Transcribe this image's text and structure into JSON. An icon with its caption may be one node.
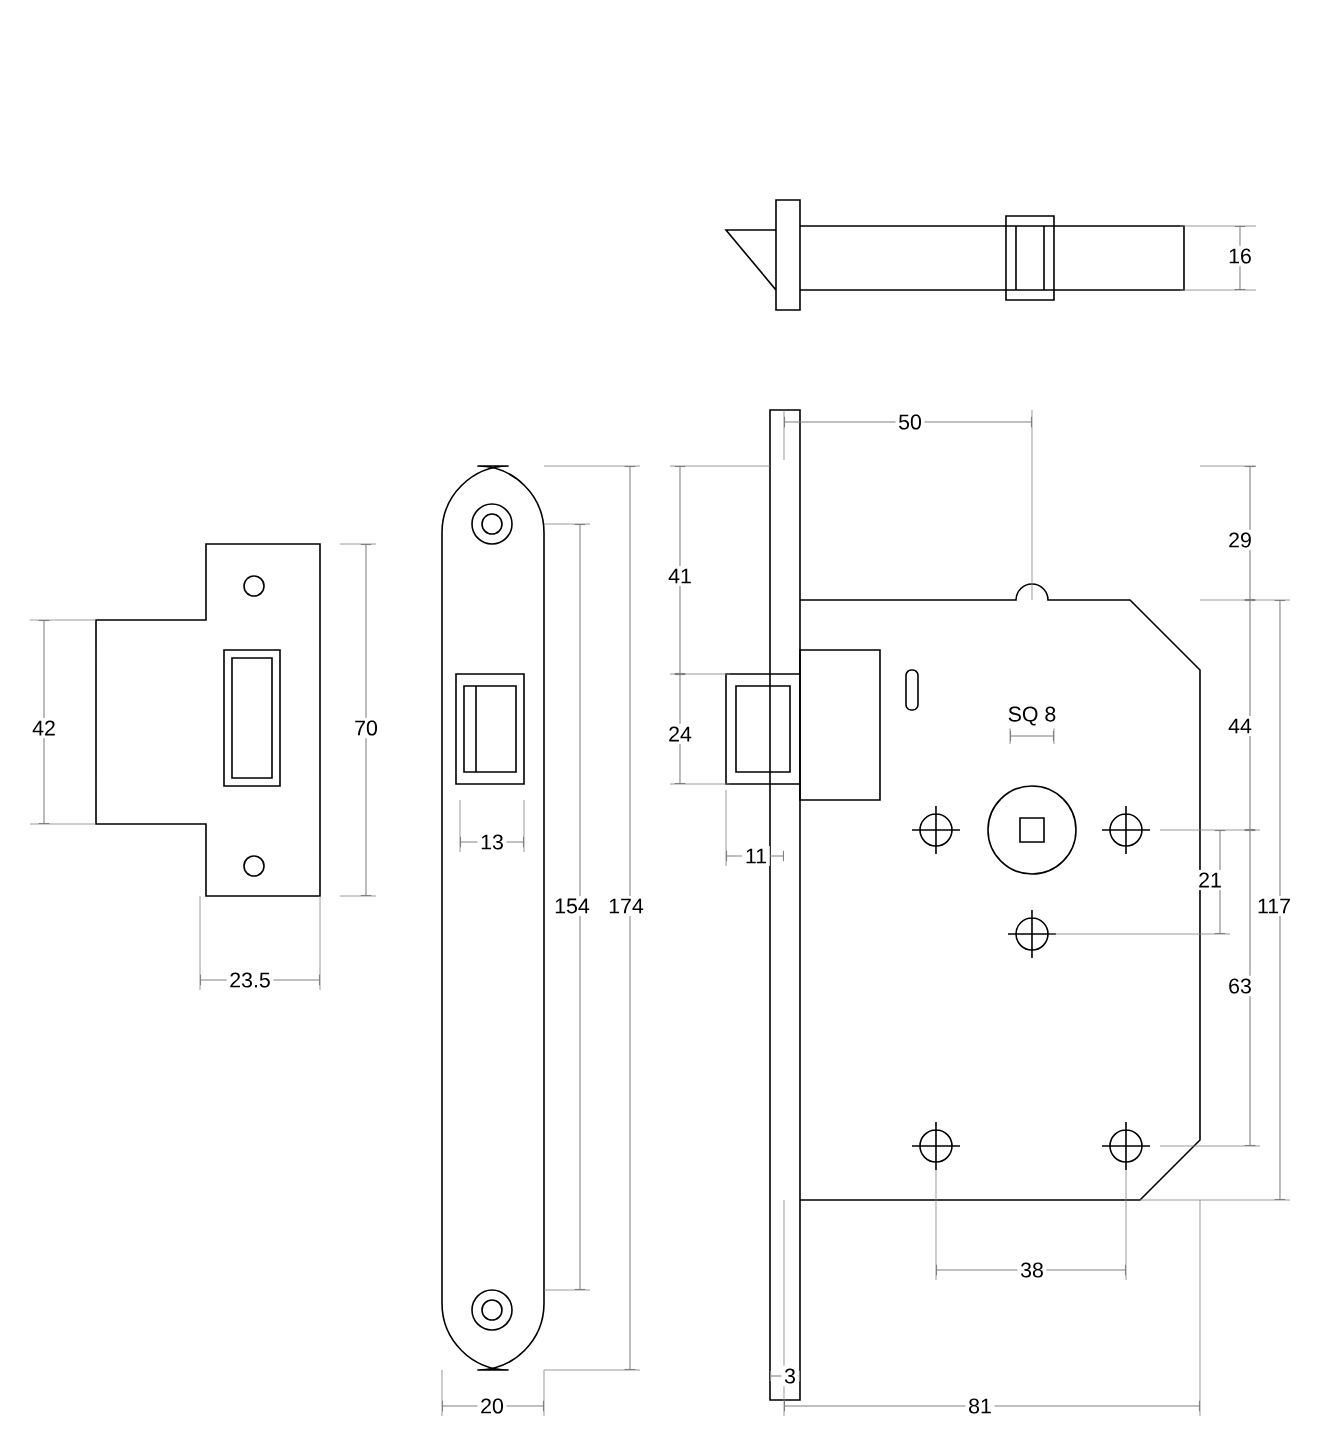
{
  "diagram": {
    "labels": [
      "16",
      "50",
      "29",
      "41",
      "70",
      "42",
      "24",
      "44",
      "SQ 8",
      "13",
      "11",
      "21",
      "154",
      "174",
      "117",
      "63",
      "23.5",
      "38",
      "3",
      "20",
      "81"
    ]
  }
}
